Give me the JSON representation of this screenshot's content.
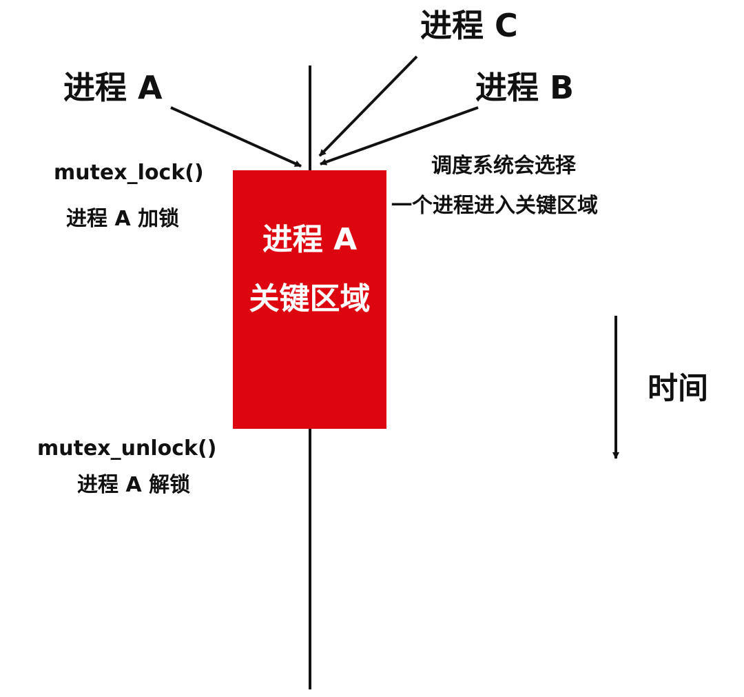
{
  "processes": {
    "a": "进程 A",
    "b": "进程 B",
    "c": "进程 C"
  },
  "lock": {
    "call": "mutex_lock()",
    "desc": "进程 A 加锁"
  },
  "unlock": {
    "call": "mutex_unlock()",
    "desc": "进程 A 解锁"
  },
  "scheduler_note": {
    "line1": "调度系统会选择",
    "line2": "一个进程进入关键区域"
  },
  "critical_box": {
    "line1": "进程 A",
    "line2": "关键区域",
    "color": "#dd0510"
  },
  "time": {
    "label": "时间"
  }
}
